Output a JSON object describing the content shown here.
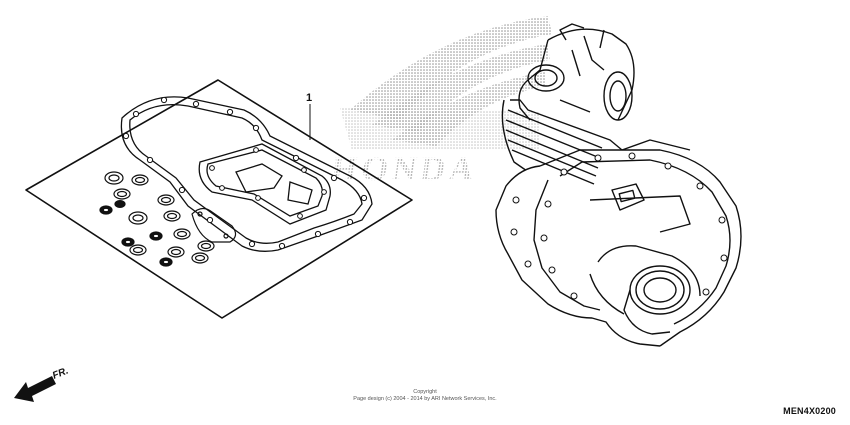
{
  "diagram": {
    "callout_number": "1",
    "direction_label": "FR.",
    "watermark_brand": "HONDA",
    "part_code": "MEN4X0200",
    "copyright_title": "Copyright",
    "copyright_line": "Page design (c) 2004 - 2014 by ARI Network Services, Inc.",
    "icons": [
      "front-direction-arrow-icon",
      "honda-wing-logo-icon"
    ]
  }
}
